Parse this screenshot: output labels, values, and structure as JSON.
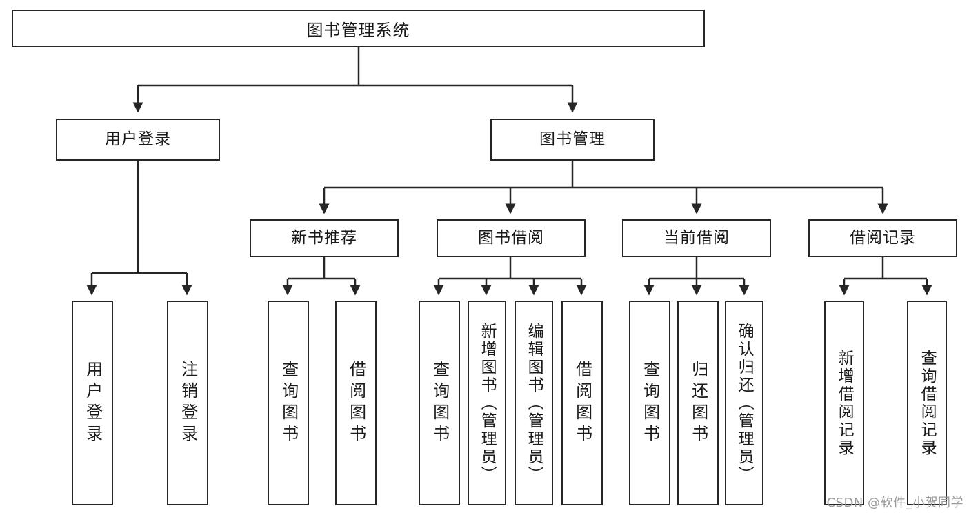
{
  "diagram": {
    "title": "图书管理系统",
    "type": "tree-hierarchy-chart",
    "colors": {
      "background": "#ffffff",
      "node_border": "#262626",
      "node_fill": "#ffffff",
      "text": "#1a1a1a",
      "edge": "#262626",
      "watermark": "#9a9a9a"
    },
    "root": {
      "label": "图书管理系统"
    },
    "level2": [
      {
        "label": "用户登录"
      },
      {
        "label": "图书管理"
      }
    ],
    "level3": [
      {
        "label": "新书推荐"
      },
      {
        "label": "图书借阅"
      },
      {
        "label": "当前借阅"
      },
      {
        "label": "借阅记录"
      }
    ],
    "leaves": {
      "user_login": [
        {
          "label": "用户登录"
        },
        {
          "label": "注销登录"
        }
      ],
      "new_book_recommend": [
        {
          "label": "查询图书"
        },
        {
          "label": "借阅图书"
        }
      ],
      "book_borrow": [
        {
          "label": "查询图书"
        },
        {
          "label": "新增图书（管理员）"
        },
        {
          "label": "编辑图书（管理员）"
        },
        {
          "label": "借阅图书"
        }
      ],
      "current_borrow": [
        {
          "label": "查询图书"
        },
        {
          "label": "归还图书"
        },
        {
          "label": "确认归还（管理员）"
        }
      ],
      "borrow_record": [
        {
          "label": "新增借阅记录"
        },
        {
          "label": "查询借阅记录"
        }
      ]
    }
  },
  "watermark": {
    "text": "CSDN @软件_小贺同学"
  }
}
